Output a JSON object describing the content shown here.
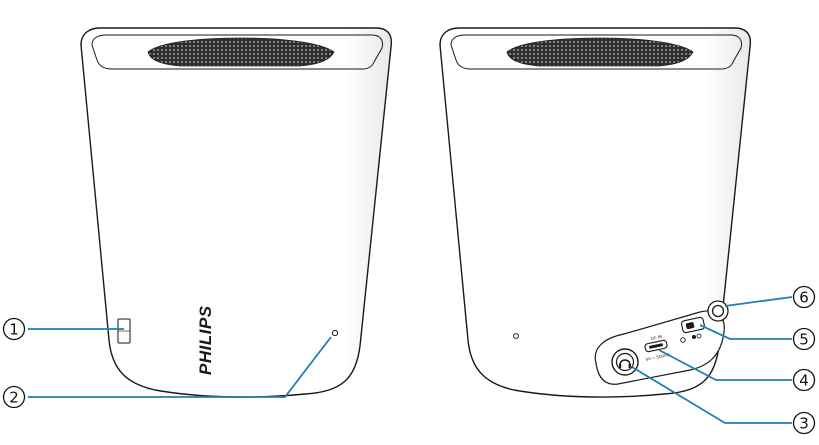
{
  "brand": "PHILIPS",
  "port_labels": {
    "dc_in": "DC IN",
    "dc_spec": "5V ⎓ 500mA"
  },
  "callouts": [
    {
      "num": "1"
    },
    {
      "num": "2"
    },
    {
      "num": "3"
    },
    {
      "num": "4"
    },
    {
      "num": "5"
    },
    {
      "num": "6"
    }
  ],
  "colors": {
    "callout_line": "#1f7fb5",
    "outline": "#1a1a1a",
    "grille": "#3a3a3a"
  }
}
